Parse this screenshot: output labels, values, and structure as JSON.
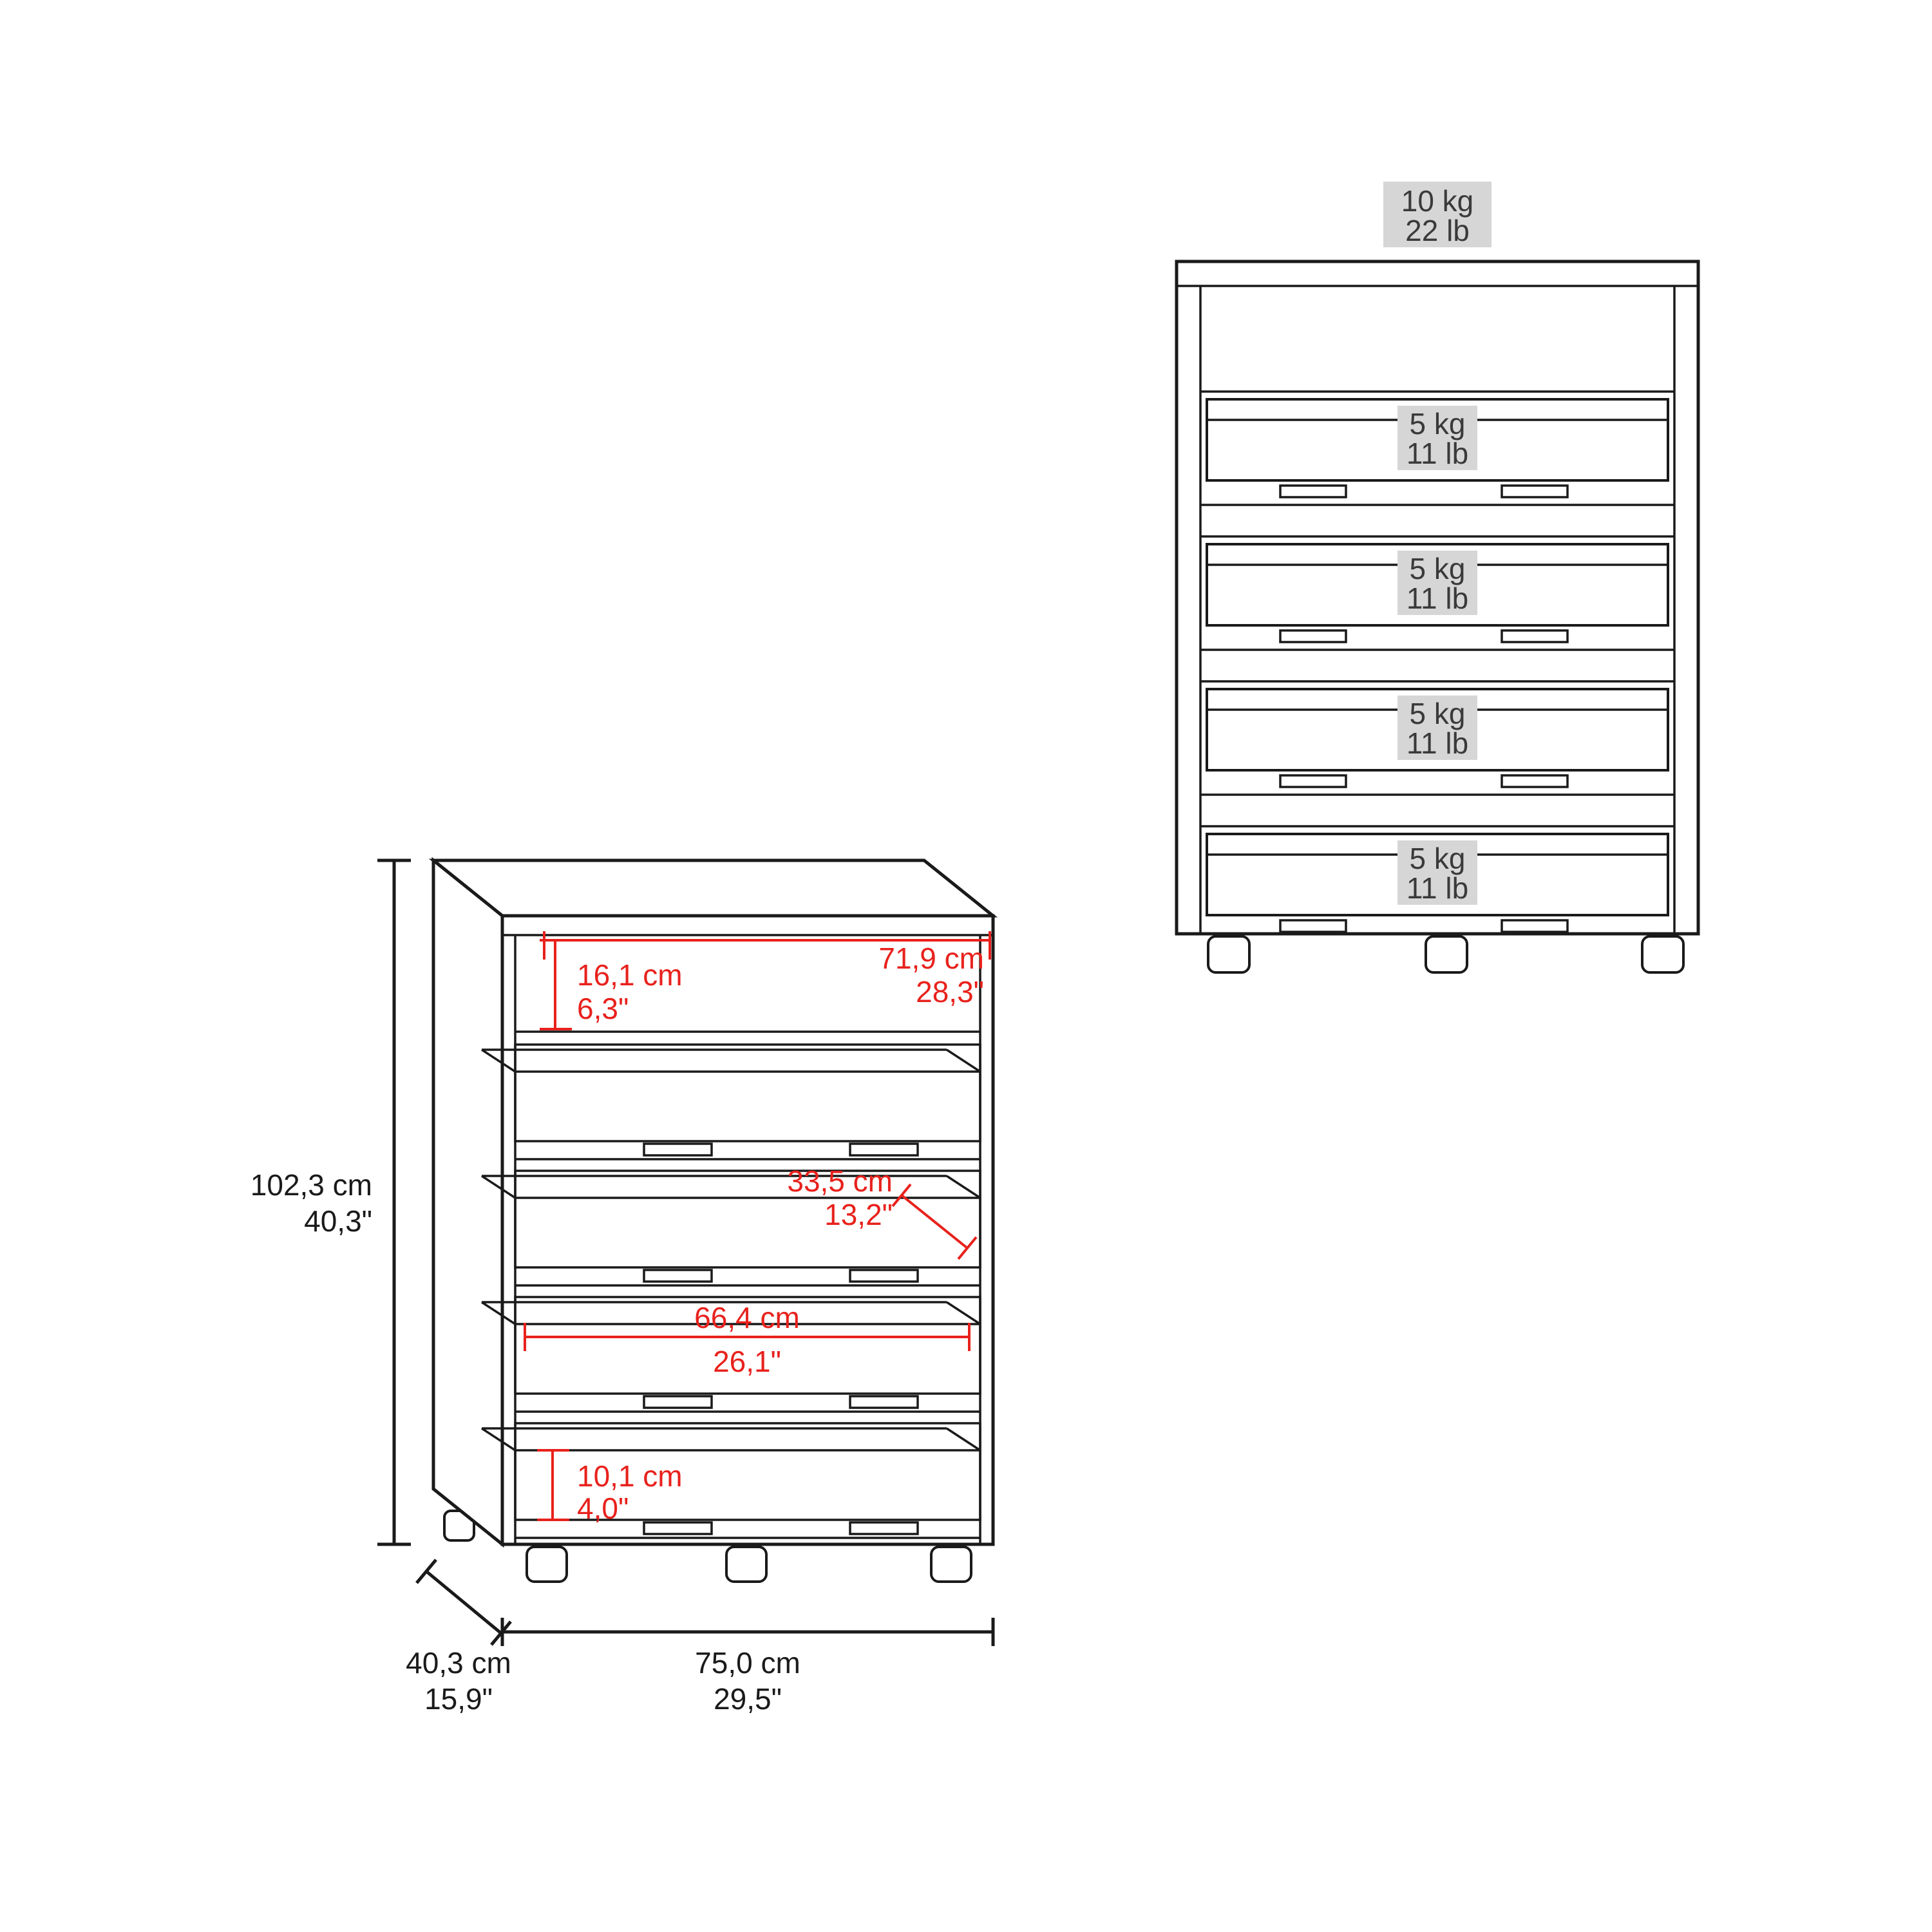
{
  "colors": {
    "outline": "#1a1a1a",
    "dimension_red": "#e8211c",
    "capacity_label_bg": "#d6d6d6",
    "capacity_label_text": "#3a3a3a",
    "background": "#ffffff"
  },
  "perspective_view": {
    "dim_height": {
      "cm": "102,3 cm",
      "in": "40,3\""
    },
    "dim_inner_width": {
      "cm": "71,9 cm",
      "in": "28,3\""
    },
    "dim_top_shelf_height": {
      "cm": "16,1 cm",
      "in": "6,3\""
    },
    "dim_drawer_depth": {
      "cm": "33,5 cm",
      "in": "13,2\""
    },
    "dim_drawer_width": {
      "cm": "66,4 cm",
      "in": "26,1\""
    },
    "dim_drawer_height": {
      "cm": "10,1 cm",
      "in": "4,0\""
    },
    "dim_depth": {
      "cm": "40,3 cm",
      "in": "15,9\""
    },
    "dim_width": {
      "cm": "75,0 cm",
      "in": "29,5\""
    }
  },
  "front_view": {
    "top_capacity": {
      "kg": "10 kg",
      "lb": "22 lb"
    },
    "drawers": [
      {
        "kg": "5 kg",
        "lb": "11 lb"
      },
      {
        "kg": "5 kg",
        "lb": "11 lb"
      },
      {
        "kg": "5 kg",
        "lb": "11 lb"
      },
      {
        "kg": "5 kg",
        "lb": "11 lb"
      }
    ]
  }
}
